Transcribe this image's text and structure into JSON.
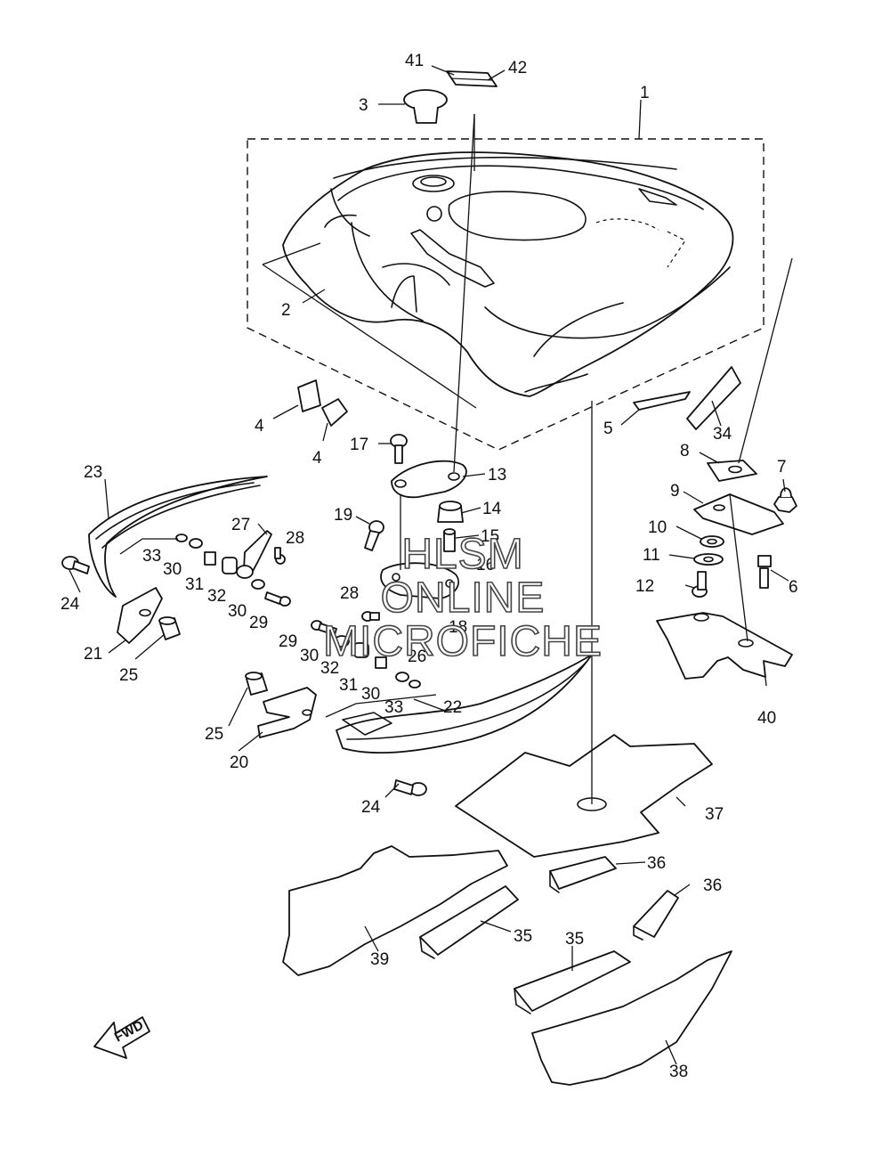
{
  "callouts": {
    "c1": "1",
    "c2": "2",
    "c3": "3",
    "c4a": "4",
    "c4b": "4",
    "c5": "5",
    "c6": "6",
    "c7": "7",
    "c8": "8",
    "c9": "9",
    "c10": "10",
    "c11": "11",
    "c12": "12",
    "c13": "13",
    "c14": "14",
    "c15": "15",
    "c16": "16",
    "c17": "17",
    "c18": "18",
    "c19": "19",
    "c20": "20",
    "c21": "21",
    "c22": "22",
    "c23": "23",
    "c24a": "24",
    "c24b": "24",
    "c25a": "25",
    "c25b": "25",
    "c26": "26",
    "c27": "27",
    "c28a": "28",
    "c28b": "28",
    "c29a": "29",
    "c29b": "29",
    "c30a": "30",
    "c30b": "30",
    "c30c": "30",
    "c30d": "30",
    "c31a": "31",
    "c31b": "31",
    "c32a": "32",
    "c32b": "32",
    "c33a": "33",
    "c33b": "33",
    "c34": "34",
    "c35a": "35",
    "c35b": "35",
    "c36a": "36",
    "c36b": "36",
    "c37": "37",
    "c38": "38",
    "c39": "39",
    "c40": "40",
    "c41": "41",
    "c42": "42"
  },
  "fwd_label": "FWD",
  "watermark": {
    "line1": "HLSM",
    "line2": "ONLINE",
    "line3": "MICROFICHE"
  },
  "colors": {
    "line": "#111111",
    "background": "#ffffff"
  }
}
